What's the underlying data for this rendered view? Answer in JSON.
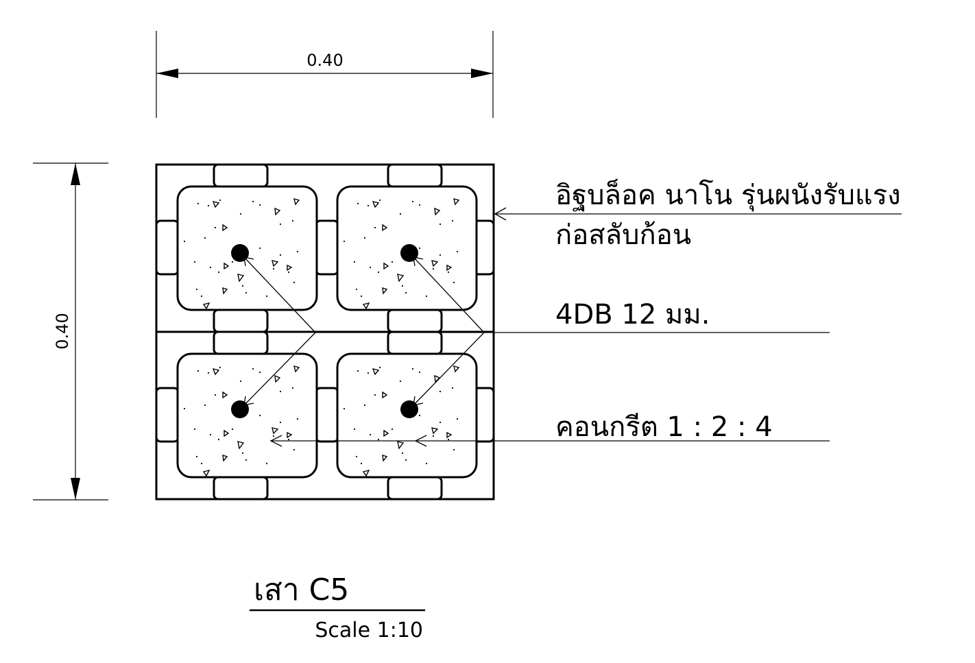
{
  "dimensions": {
    "width_label": "0.40",
    "height_label": "0.40"
  },
  "callouts": {
    "block_line1": "อิฐบล็อค นาโน รุ่นผนังรับแรง",
    "block_line2": "ก่อสลับก้อน",
    "rebar": "4DB 12 มม.",
    "concrete": "คอนกรีต 1 : 2 : 4"
  },
  "title": {
    "name": "เสา C5",
    "scale": "Scale 1:10"
  },
  "colors": {
    "line": "#000000",
    "background": "#ffffff"
  }
}
